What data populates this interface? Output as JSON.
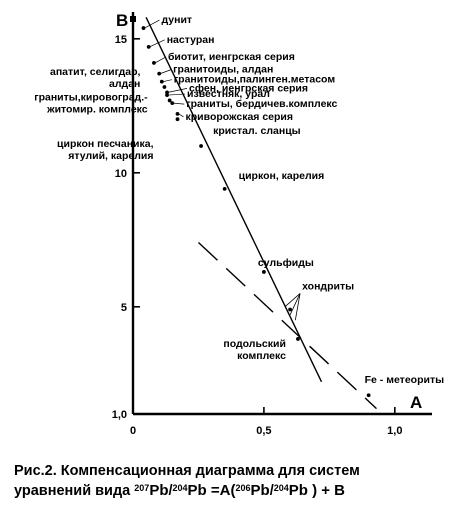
{
  "chart_data": {
    "type": "scatter",
    "title": "",
    "xlabel": "A",
    "ylabel": "B",
    "xlim": [
      0,
      1.1
    ],
    "ylim": [
      1,
      16
    ],
    "x_ticks": [
      {
        "value": 0,
        "label": "0"
      },
      {
        "value": 0.5,
        "label": "0,5"
      },
      {
        "value": 1.0,
        "label": "1,0"
      }
    ],
    "y_ticks": [
      {
        "value": 1,
        "label": "1,0"
      },
      {
        "value": 5,
        "label": "5"
      },
      {
        "value": 10,
        "label": "10"
      },
      {
        "value": 15,
        "label": "15"
      }
    ],
    "grid": false,
    "series": [
      {
        "labels": [
          "дунит",
          "настуран",
          "биотит, иенгрская серия",
          "гранитоиды, алдан",
          "гранитоиды,палинген.метасом",
          "апатит, селигдар, алдан",
          "сфен, иенгрская серия",
          "известняк, урал",
          "граниты,кировоград.-житомир. комплекс",
          "граниты, бердичев.комплекс",
          "криворожская серия",
          "циркон песчаника, ятулий, карелия",
          "кристал. сланцы",
          "циркон, карелия",
          "сульфиды",
          "хондриты",
          "подольский комплекс",
          "Fe - метеориты"
        ],
        "x": [
          0.04,
          0.06,
          0.08,
          0.1,
          0.11,
          0.12,
          0.13,
          0.13,
          0.14,
          0.15,
          0.17,
          0.17,
          0.26,
          0.35,
          0.5,
          0.6,
          0.63,
          0.9
        ],
        "y": [
          15.4,
          14.7,
          14.1,
          13.7,
          13.4,
          13.2,
          13.0,
          12.9,
          12.7,
          12.6,
          12.2,
          12.0,
          11.0,
          9.4,
          6.3,
          4.9,
          3.8,
          1.7
        ]
      }
    ],
    "lines": [
      {
        "style": "solid",
        "x": [
          0.05,
          0.72
        ],
        "y": [
          15.8,
          2.2
        ]
      },
      {
        "style": "dashed",
        "x": [
          0.25,
          0.93
        ],
        "y": [
          7.4,
          1.2
        ]
      }
    ]
  },
  "caption": {
    "line1": "Рис.2. Компенсационная диаграмма для систем",
    "prefix": "уравнений вида",
    "sup1": "207",
    "t1": "Pb",
    "sup2": "204",
    "t2": "Pb =A(",
    "sup3": "206",
    "t3": "Pb",
    "sup4": "204",
    "t4": "Pb ) + B"
  }
}
